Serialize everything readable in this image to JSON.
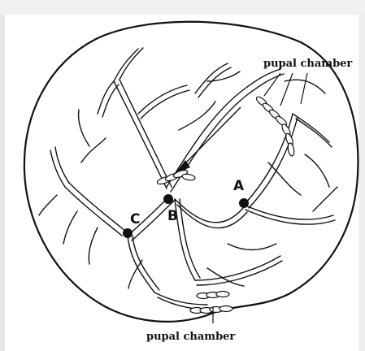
{
  "diagram": {
    "labels": {
      "pupal_chamber_top": "pupal chamber",
      "pupal_chamber_bottom": "pupal chamber"
    },
    "points": [
      {
        "id": "A",
        "label": "A"
      },
      {
        "id": "B",
        "label": "B"
      },
      {
        "id": "C",
        "label": "C"
      }
    ]
  }
}
